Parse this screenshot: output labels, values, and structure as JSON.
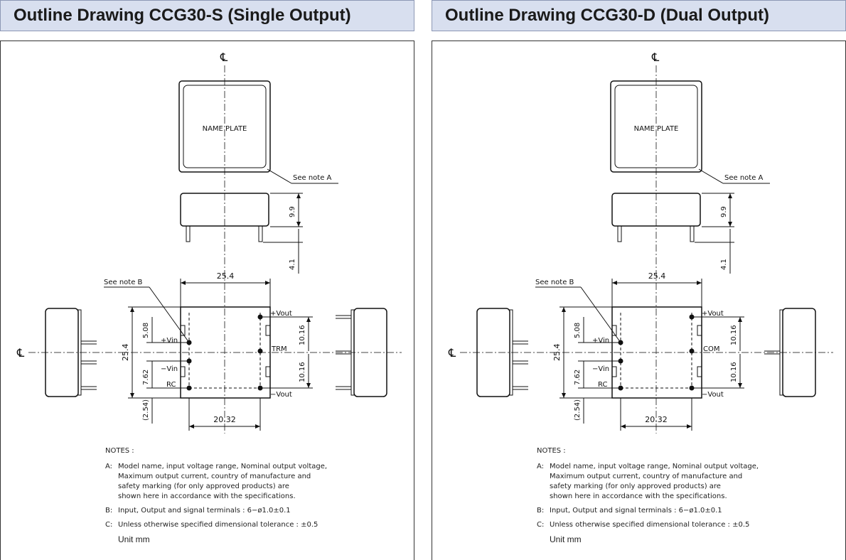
{
  "panels": [
    {
      "title": "Outline Drawing  CCG30-S (Single Output)",
      "center_line_symbol": "℄",
      "name_plate": "NAME PLATE",
      "note_a_ref": "See note A",
      "note_b_ref": "See note B",
      "dim_body_height": "9.9",
      "dim_pin_length": "4.1",
      "dim_width": "25.4",
      "dim_height": "25.4",
      "dim_pitch_top": "5.08",
      "dim_pitch_mid": "7.62",
      "dim_offset": "(2.54)",
      "dim_pin_span": "20.32",
      "dim_right_upper": "10.16",
      "dim_right_lower": "10.16",
      "pins": {
        "vout_plus": "+Vout",
        "vin_plus": "+Vin",
        "mid_right": "TRM",
        "vin_minus": "−Vin",
        "rc": "RC",
        "vout_minus": "−Vout"
      },
      "notes_title": "NOTES :",
      "notes": [
        {
          "key": "A:",
          "text": "Model name, input voltage range, Nominal output voltage,\nMaximum output current, country of manufacture and\nsafety marking (for only approved products) are\nshown here in accordance with the specifications."
        },
        {
          "key": "B:",
          "text": "Input, Output and signal terminals : 6−ø1.0±0.1"
        },
        {
          "key": "C:",
          "text": "Unless otherwise specified dimensional tolerance : ±0.5"
        }
      ],
      "unit": "Unit mm"
    },
    {
      "title": "Outline Drawing  CCG30-D (Dual Output)",
      "center_line_symbol": "℄",
      "name_plate": "NAME PLATE",
      "note_a_ref": "See note A",
      "note_b_ref": "See note B",
      "dim_body_height": "9.9",
      "dim_pin_length": "4.1",
      "dim_width": "25.4",
      "dim_height": "25.4",
      "dim_pitch_top": "5.08",
      "dim_pitch_mid": "7.62",
      "dim_offset": "(2.54)",
      "dim_pin_span": "20.32",
      "dim_right_upper": "10.16",
      "dim_right_lower": "10.16",
      "pins": {
        "vout_plus": "+Vout",
        "vin_plus": "+Vin",
        "mid_right": "COM",
        "vin_minus": "−Vin",
        "rc": "RC",
        "vout_minus": "−Vout"
      },
      "notes_title": "NOTES :",
      "notes": [
        {
          "key": "A:",
          "text": "Model name, input voltage range, Nominal output voltage,\nMaximum output current, country of manufacture and\nsafety marking (for only approved products) are\nshown here in accordance with the specifications."
        },
        {
          "key": "B:",
          "text": "Input, Output and signal terminals : 6−ø1.0±0.1"
        },
        {
          "key": "C:",
          "text": "Unless otherwise specified dimensional tolerance : ±0.5"
        }
      ],
      "unit": "Unit mm"
    }
  ]
}
